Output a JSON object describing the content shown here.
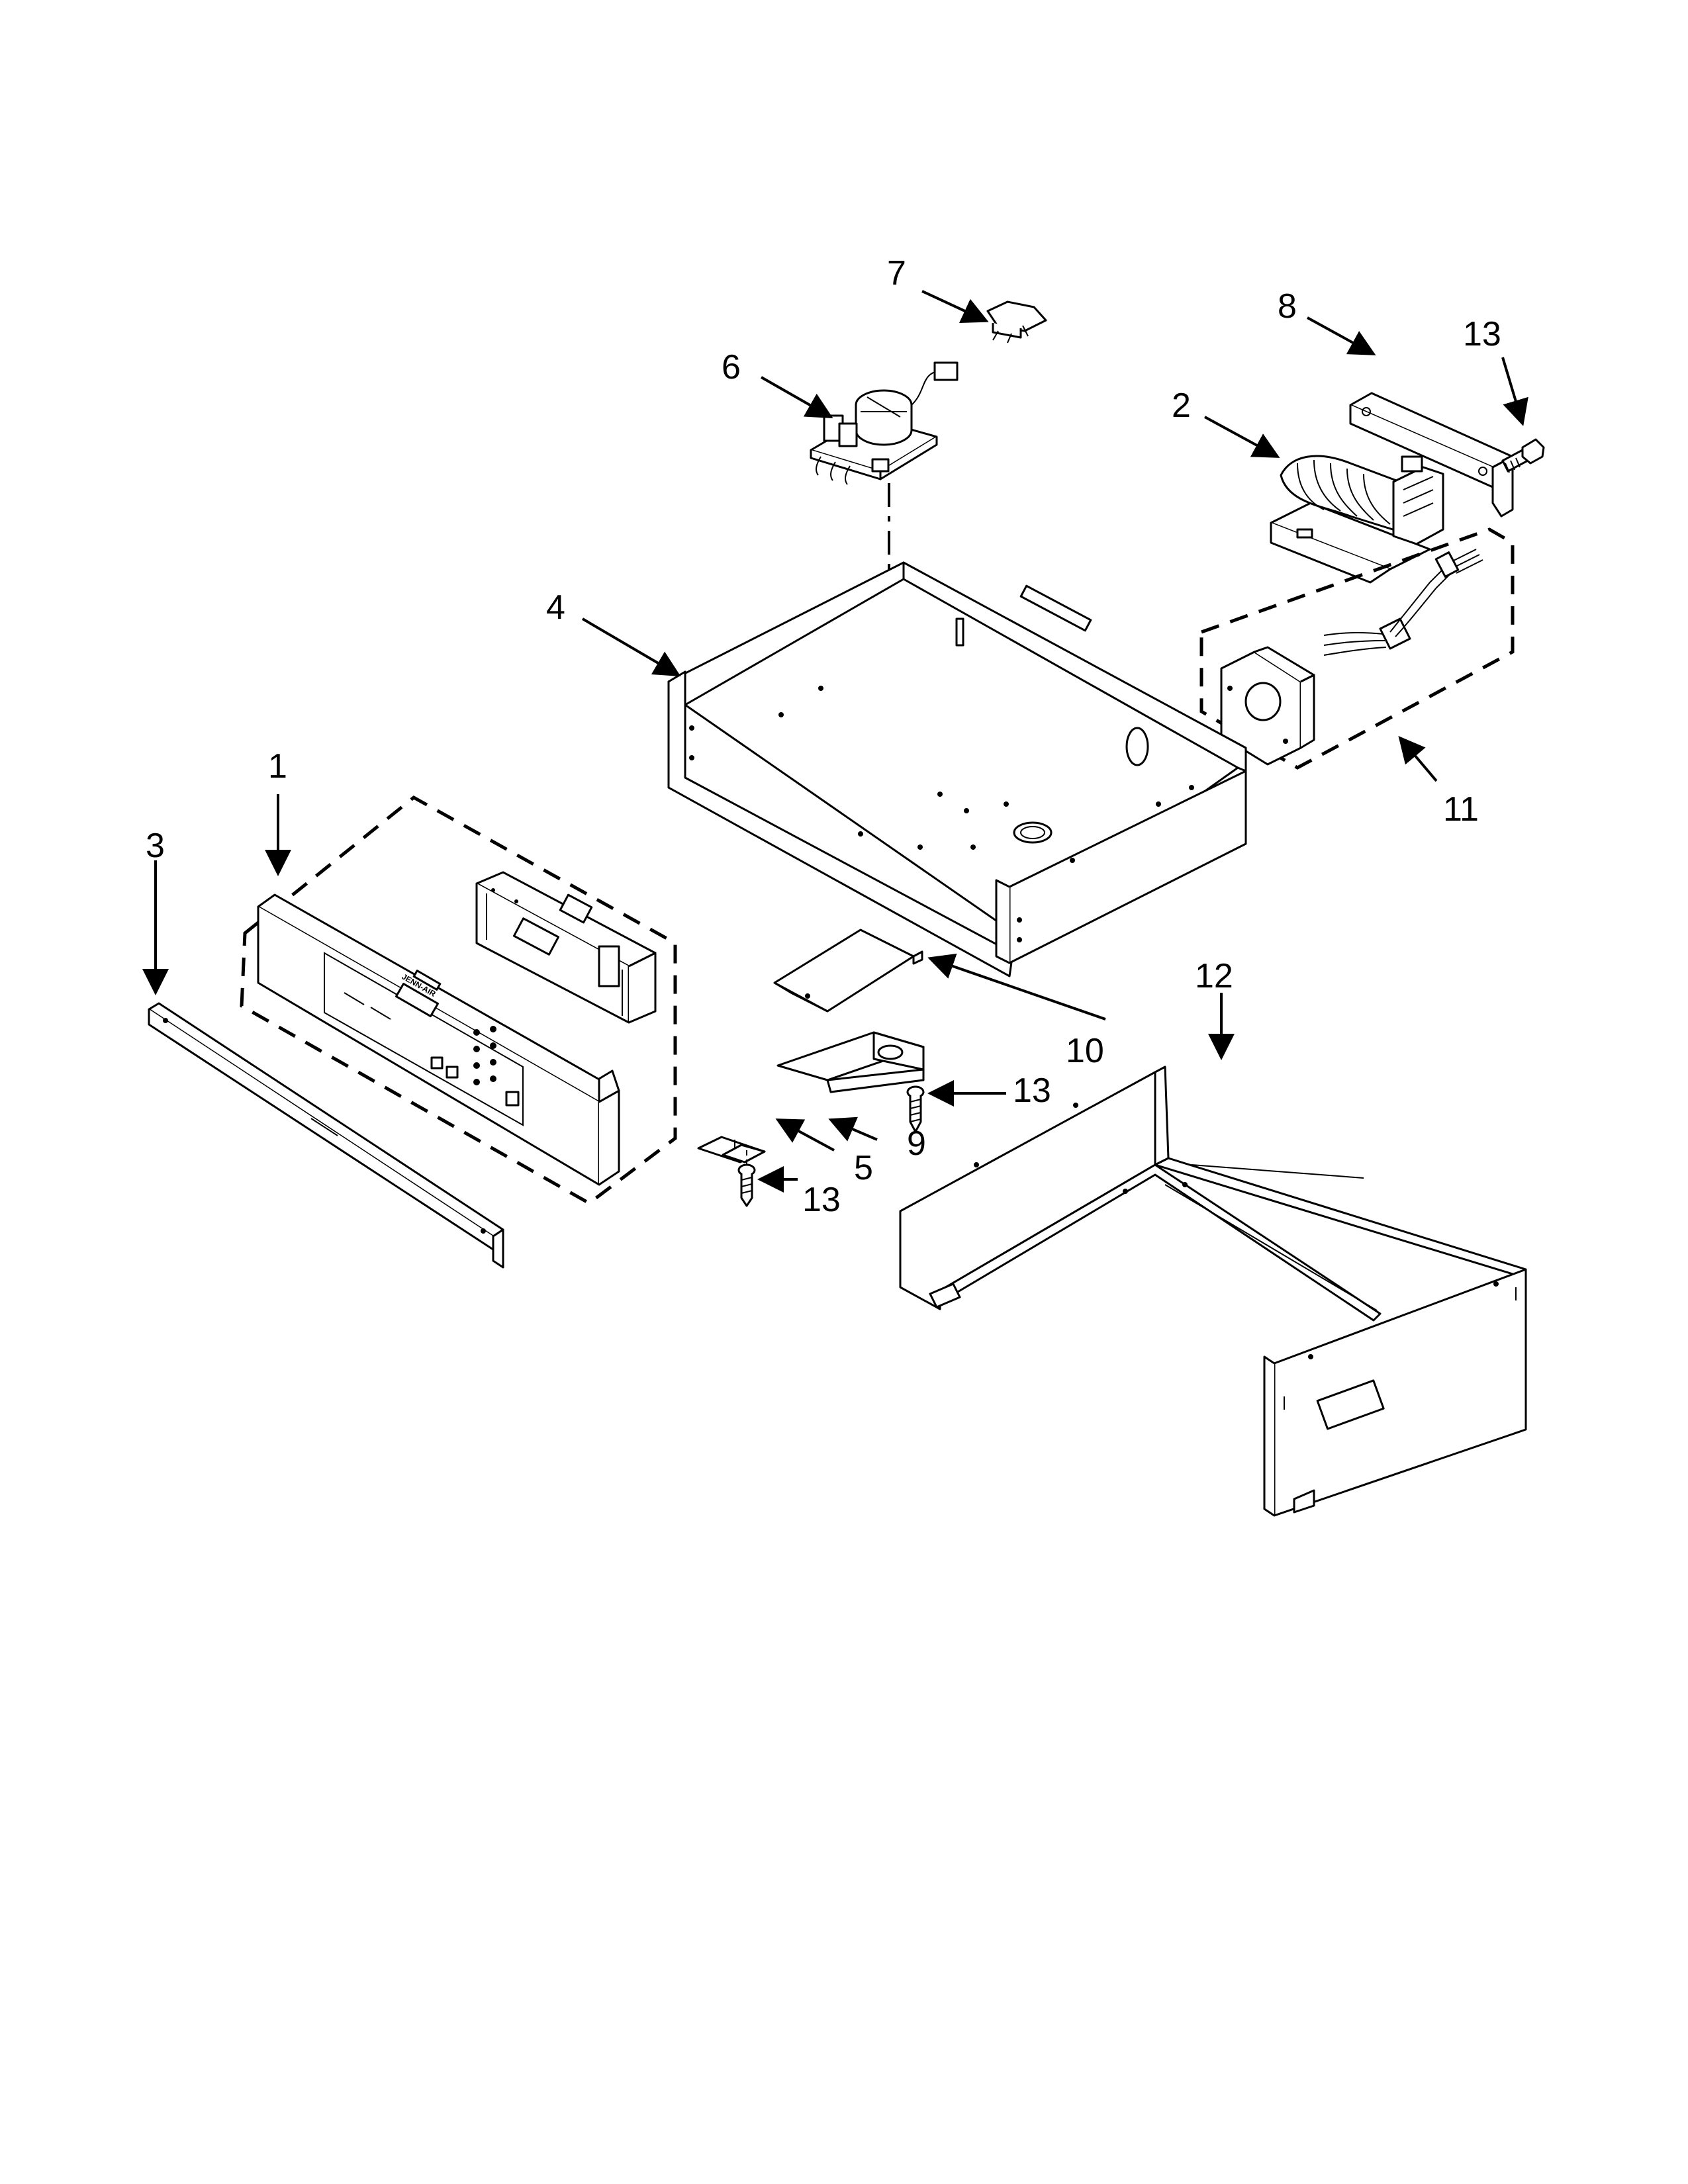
{
  "labels": {
    "p1": "1",
    "p2": "2",
    "p3": "3",
    "p4": "4",
    "p5": "5",
    "p6": "6",
    "p7": "7",
    "p8": "8",
    "p9": "9",
    "p10": "10",
    "p11": "11",
    "p12": "12",
    "p13a": "13",
    "p13b": "13",
    "p13c": "13"
  },
  "panel_brand": "JENN-AIR"
}
